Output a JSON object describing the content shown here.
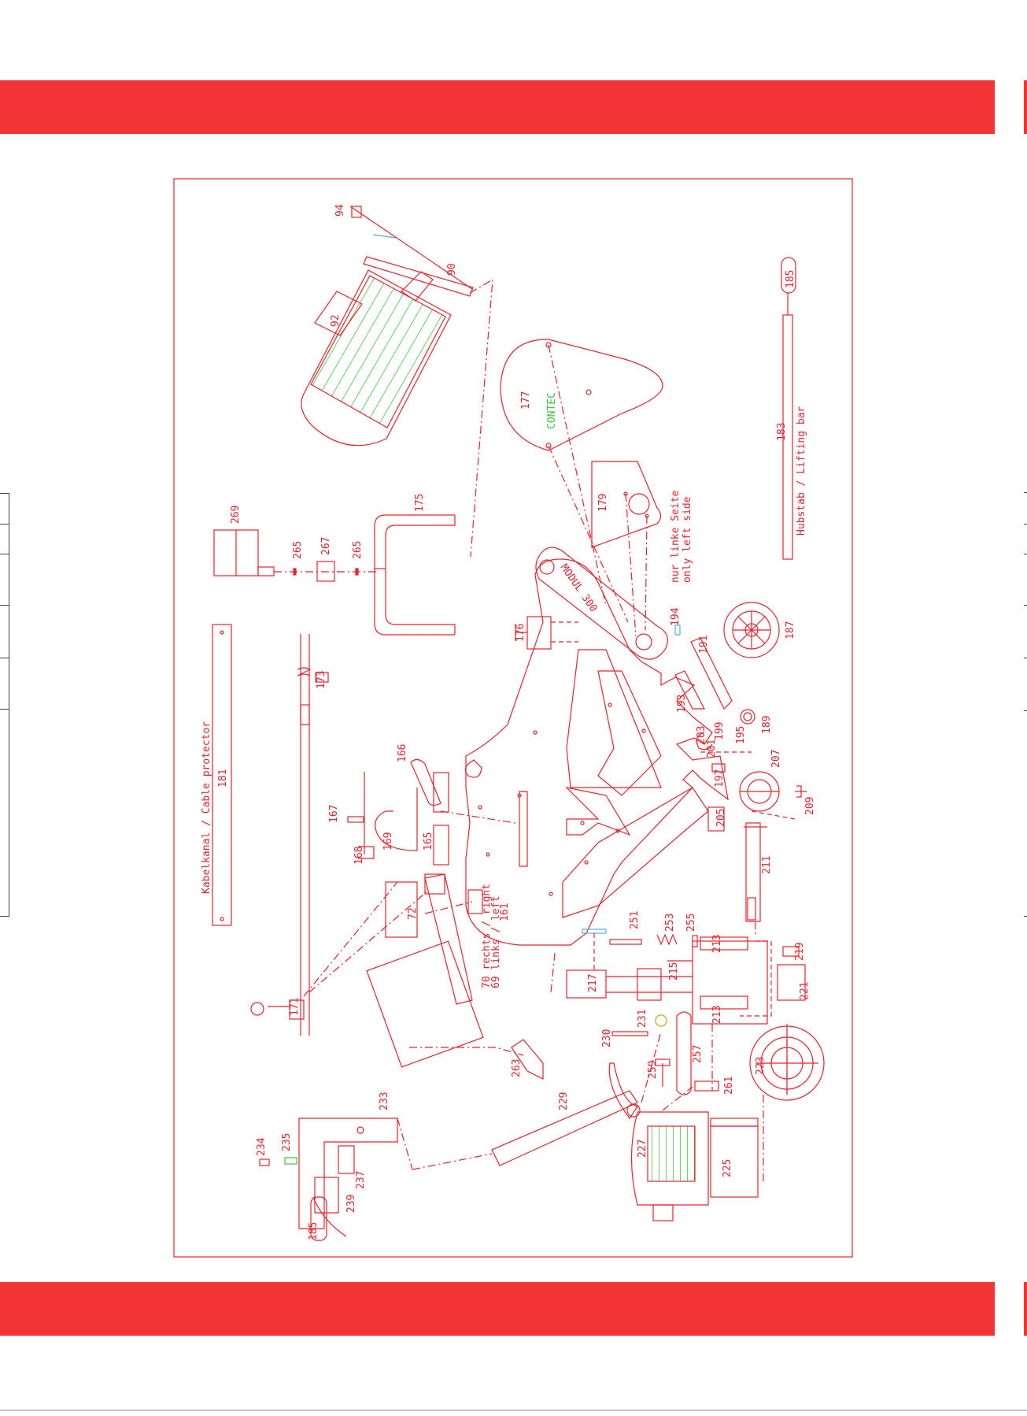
{
  "page": {
    "accent_color": "#f23434",
    "line_color": "#e8232b",
    "highlight_color": "#3cc83c"
  },
  "drawing": {
    "brand": "CONTEC",
    "model": "MODUL 300",
    "notes": {
      "left_only_de": "nur linke Seite",
      "left_only_en": "only left side",
      "lifting_bar": "Hubstab / Lifting bar",
      "cable_protector": "Kabelkanal / Cable protector",
      "right_left_1": "70 rechts / right",
      "right_left_2": "69 links / left"
    },
    "parts": {
      "p90": "90",
      "p92": "92",
      "p94": "94",
      "p161": "161",
      "p165": "165",
      "p166": "166",
      "p167": "167",
      "p168": "168",
      "p169": "169",
      "p171": "171",
      "p173": "173",
      "p175": "175",
      "p176": "176",
      "p177": "177",
      "p179": "179",
      "p181": "181",
      "p183": "183",
      "p185a": "185",
      "p185b": "185",
      "p187": "187",
      "p189": "189",
      "p191": "191",
      "p193": "193",
      "p194": "194",
      "p195": "195",
      "p197": "197",
      "p199": "199",
      "p201": "201",
      "p203": "203",
      "p205": "205",
      "p207": "207",
      "p209": "209",
      "p211": "211",
      "p213a": "213",
      "p213b": "213",
      "p215": "215",
      "p217": "217",
      "p219": "219",
      "p221": "221",
      "p223": "223",
      "p225": "225",
      "p227": "227",
      "p229": "229",
      "p230": "230",
      "p231": "231",
      "p233": "233",
      "p234": "234",
      "p235": "235",
      "p237": "237",
      "p239": "239",
      "p251": "251",
      "p253": "253",
      "p255": "255",
      "p257": "257",
      "p259": "259",
      "p261": "261",
      "p263": "263",
      "p265a": "265",
      "p265b": "265",
      "p267": "267",
      "p269": "269",
      "p72": "72"
    }
  }
}
